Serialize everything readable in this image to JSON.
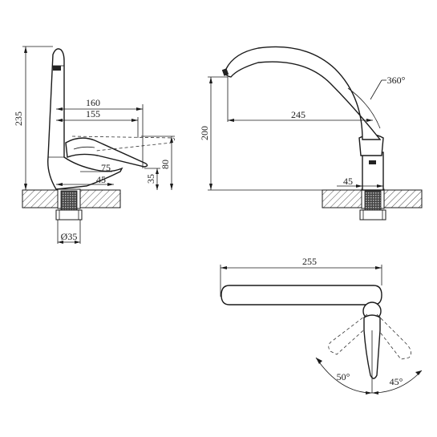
{
  "drawing": {
    "side_view": {
      "height_label": "235",
      "reach_label": "160",
      "lever_reach_label": "155",
      "lever_height_label": "80",
      "lever_offset_label": "75",
      "lever_base_label": "35",
      "base_width_label": "45",
      "pipe_diameter_label": "Ø35"
    },
    "front_view": {
      "height_label": "200",
      "reach_label": "245",
      "rotation_label": "360°",
      "base_width_label": "45"
    },
    "top_view": {
      "length_label": "255",
      "left_angle_label": "50°",
      "right_angle_label": "45°"
    }
  }
}
